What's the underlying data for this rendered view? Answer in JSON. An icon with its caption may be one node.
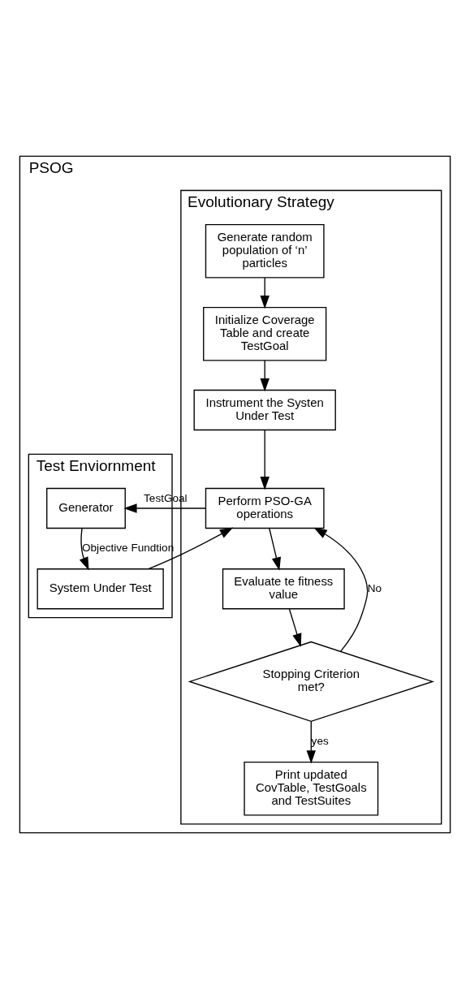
{
  "diagram": {
    "nodes": [
      {
        "text": [
          "PSOG"
        ]
      },
      {
        "text": [
          "Evolutionary Strategy"
        ],
        "in": 0
      },
      {
        "text": [
          "Test Enviornment"
        ],
        "in": 0
      },
      {
        "text": [
          "Generate random population of ‘n’ particles"
        ],
        "in": 1
      },
      {
        "text": [
          "Initialize Coverage Table and create TestGoal"
        ],
        "in": 1
      },
      {
        "text": [
          "Instrument the Systen Under Test"
        ],
        "in": 1
      },
      {
        "text": [
          "Perform PSO-GA operations"
        ],
        "in": 1
      },
      {
        "text": [
          "Evaluate te fitness value"
        ],
        "in": 1
      },
      {
        "text": [
          "Stopping Criterion met?"
        ],
        "in": 1
      },
      {
        "text": [
          "Print updated CovTable, TestGoals and TestSuites"
        ],
        "in": 1
      },
      {
        "text": [
          "Generator"
        ],
        "in": 2
      },
      {
        "text": [
          "System Under Test"
        ],
        "in": 2
      }
    ],
    "edges": [
      {
        "from": 3,
        "to": 4,
        "arrow": "to"
      },
      {
        "from": 4,
        "to": 5,
        "arrow": "to"
      },
      {
        "from": 5,
        "to": 6,
        "arrow": "to"
      },
      {
        "from": 6,
        "to": 7,
        "arrow": "to"
      },
      {
        "from": 7,
        "to": 8,
        "arrow": "to"
      },
      {
        "from": 8,
        "to": 9,
        "label": "yes",
        "arrow": "to"
      },
      {
        "from": 8,
        "to": 6,
        "label": "No",
        "arrow": "to"
      },
      {
        "from": 6,
        "to": 10,
        "label": "TestGoal",
        "arrow": "to"
      },
      {
        "from": 10,
        "to": 11,
        "label": "Objective Fundtion",
        "arrow": "to"
      },
      {
        "from": 11,
        "to": 6,
        "arrow": "to"
      }
    ]
  }
}
